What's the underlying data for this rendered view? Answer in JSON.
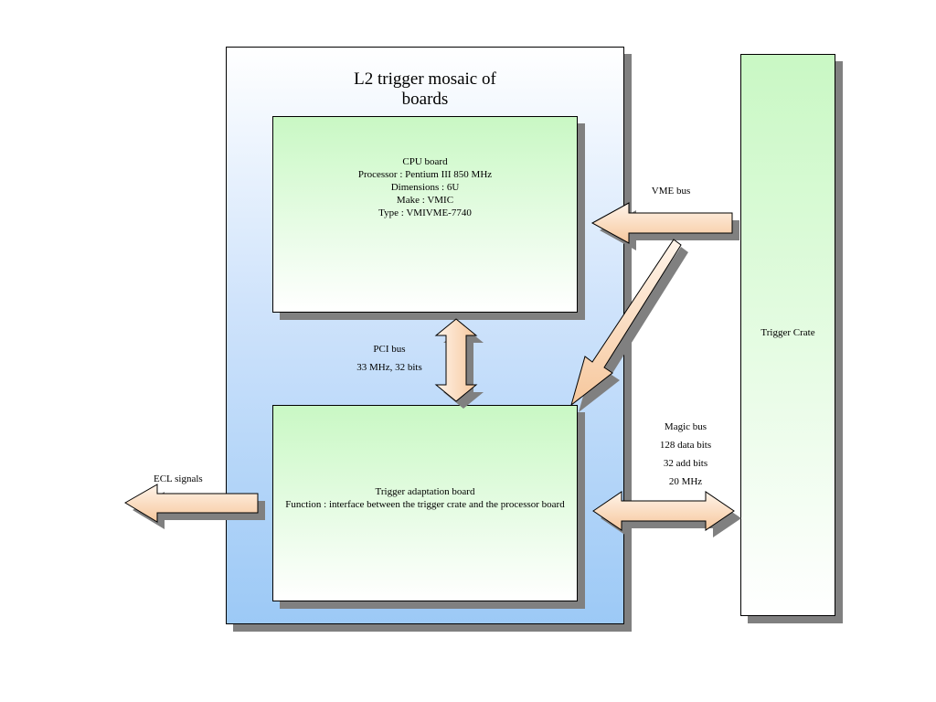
{
  "mosaic": {
    "title_line1": "L2 trigger mosaic of",
    "title_line2": "boards"
  },
  "cpu_board": {
    "lines": [
      "CPU board",
      "Processor : Pentium III 850 MHz",
      "Dimensions : 6U",
      "Make : VMIC",
      "Type : VMIVME-7740"
    ]
  },
  "adaptation_board": {
    "lines": [
      "Trigger adaptation board",
      "Function : interface between the trigger crate and the processor board"
    ]
  },
  "trigger_crate": {
    "label": "Trigger Crate"
  },
  "buses": {
    "vme": "VME bus",
    "pci": [
      "PCI bus",
      "33 MHz, 32 bits"
    ],
    "magic": [
      "Magic bus",
      "128 data bits",
      "32 add bits",
      "20 MHz"
    ],
    "ecl": "ECL signals"
  },
  "colors": {
    "arrow_fill_light": "#fff4ea",
    "arrow_fill_dark": "#f6c79c",
    "board_green": "#c9f8c4",
    "mosaic_blue": "#9cc9f6",
    "shadow": "#808080"
  }
}
